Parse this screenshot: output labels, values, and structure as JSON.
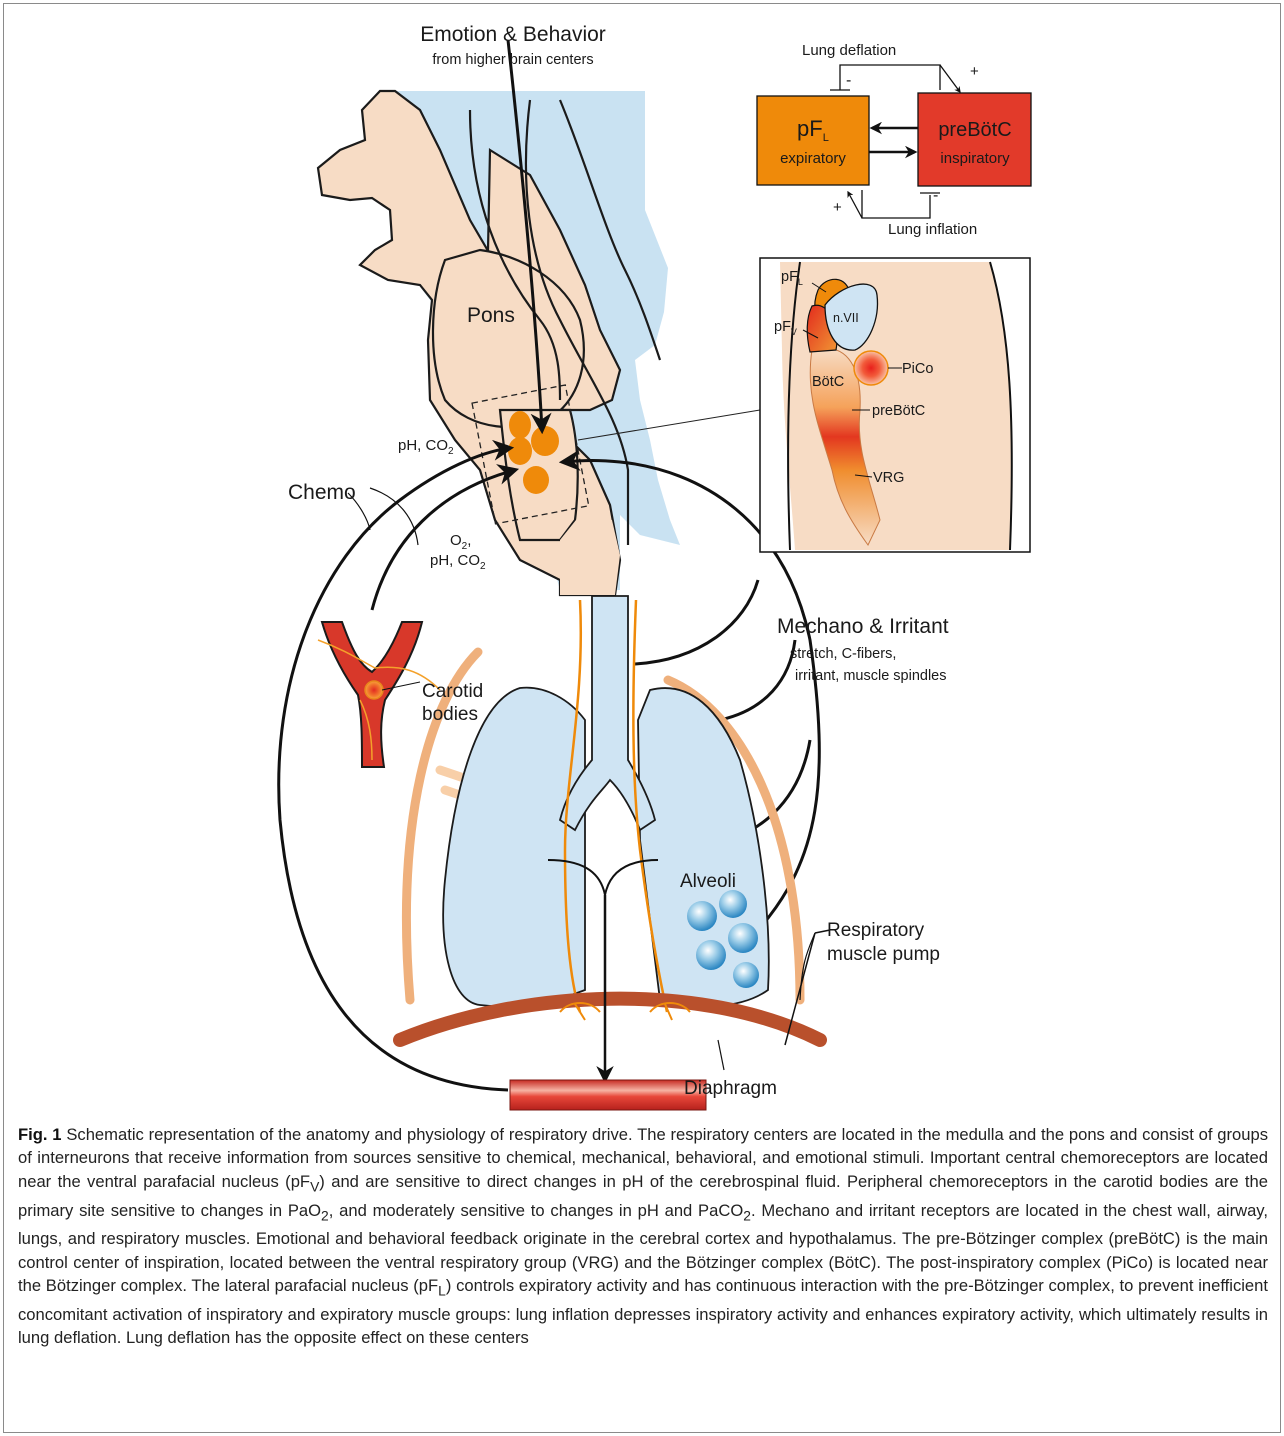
{
  "colors": {
    "csf_blue": "#c9e2f2",
    "tissue_peach": "#f7dcc5",
    "lung_blue": "#cfe4f3",
    "orange": "#ef8a0a",
    "red": "#e23a2a",
    "diaphragm": "#b9502c",
    "rib": "#efb07c"
  },
  "labels": {
    "emotion_title": "Emotion & Behavior",
    "emotion_sub": "from higher brain centers",
    "pons": "Pons",
    "ph_co2_1": "pH, CO",
    "sub_2": "2",
    "chemo": "Chemo",
    "o2": "O",
    "o2_comma": ",",
    "ph_co2_2": "pH, CO",
    "mechano_title": "Mechano & Irritant",
    "mechano_sub1": "stretch, C-fibers,",
    "mechano_sub2": "irritant, muscle spindles",
    "carotid_line1": "Carotid",
    "carotid_line2": "bodies",
    "alveoli": "Alveoli",
    "resp_line1": "Respiratory",
    "resp_line2": "muscle pump",
    "diaphragm": "Diaphragm"
  },
  "loop_diagram": {
    "lung_deflation": "Lung deflation",
    "lung_inflation": "Lung inflation",
    "pfl_main": "pF",
    "pfl_sub": "L",
    "pfl_role": "expiratory",
    "prebotc": "preBötC",
    "prebotc_role": "inspiratory",
    "minus": "-",
    "plus": "+"
  },
  "inset": {
    "pfl": "pF",
    "pfl_sub": "L",
    "pfv": "pF",
    "pfv_sub": "V",
    "nvii": "n.VII",
    "botc": "BötC",
    "pico": "PiCo",
    "prebotc": "preBötC",
    "vrg": "VRG"
  },
  "caption": {
    "fig_label": "Fig. 1",
    "segments": [
      " Schematic representation of the anatomy and physiology of respiratory drive. The respiratory centers are located in the medulla and the pons and consist of groups of interneurons that receive information from sources sensitive to chemical, mechanical, behavioral, and emotional stimuli. Important central chemoreceptors are located near the ventral parafacial nucleus (pF",
      "V",
      ") and are sensitive to direct changes in pH of the cerebrospinal fluid. Peripheral chemoreceptors in the carotid bodies are the primary site sensitive to changes in PaO",
      "2",
      ", and moderately sensitive to changes in pH and PaCO",
      "2",
      ". Mechano and irritant receptors are located in the chest wall, airway, lungs, and respiratory muscles. Emotional and behavioral feedback originate in the cerebral cortex and hypothalamus. The pre-Bötzinger complex (preBötC) is the main control center of inspiration, located between the ventral respiratory group (VRG) and the Bötzinger complex (BötC). The post-inspiratory complex (PiCo) is located near the Bötzinger complex. The lateral parafacial nucleus (pF",
      "L",
      ") controls expiratory activity and has continuous interaction with the pre-Bötzinger complex, to prevent inefficient concomitant activation of inspiratory and expiratory muscle groups: lung inflation depresses inspiratory activity and enhances expiratory activity, which ultimately results in lung deflation. Lung deflation has the opposite effect on these centers"
    ]
  }
}
